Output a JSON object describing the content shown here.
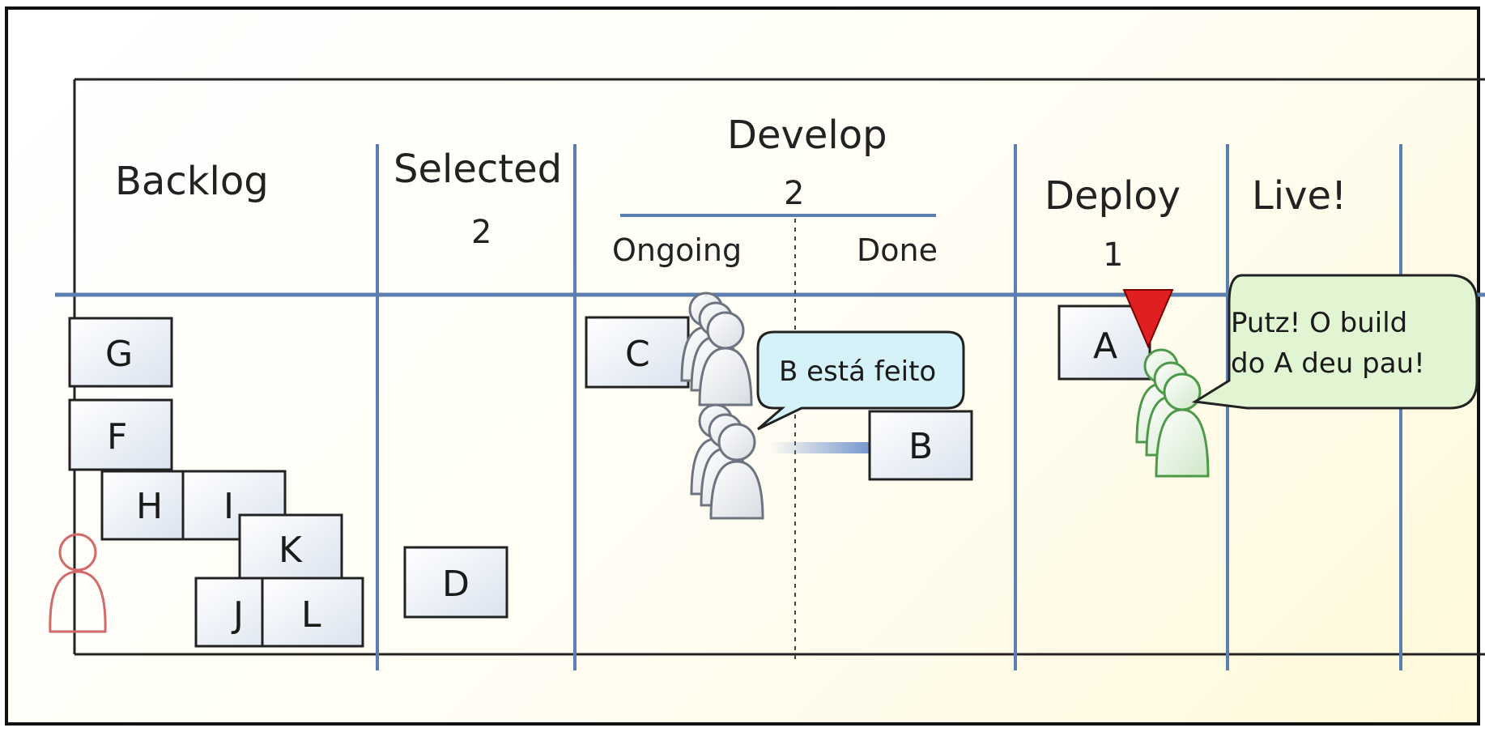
{
  "board": {
    "columns": [
      {
        "name": "Backlog",
        "limit": ""
      },
      {
        "name": "Selected",
        "limit": "2"
      },
      {
        "name": "Develop",
        "limit": "2",
        "sub": [
          "Ongoing",
          "Done"
        ]
      },
      {
        "name": "Deploy",
        "limit": "1"
      },
      {
        "name": "Live!",
        "limit": ""
      }
    ]
  },
  "cards": {
    "g": "G",
    "f": "F",
    "h": "H",
    "i": "I",
    "k": "K",
    "j": "J",
    "l": "L",
    "d": "D",
    "c": "C",
    "b": "B",
    "a": "A"
  },
  "bubbles": {
    "done": "B está feito",
    "alert_line1": "Putz! O build",
    "alert_line2": "do A deu pau!"
  },
  "colors": {
    "column_line": "#5b7fb0",
    "card_fill": "#eef2f8",
    "bubble_blue": "#d4f2f8",
    "bubble_green": "#e2f5d2",
    "person_gray": "#6d7480",
    "person_green": "#4c9a48",
    "person_red": "#d26a6a",
    "alert_marker": "#e02020"
  }
}
